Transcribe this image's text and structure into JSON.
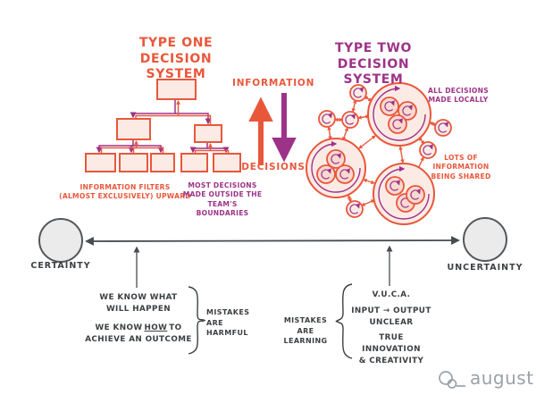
{
  "colors": {
    "coral": "#e9573b",
    "coral_fill": "#fcebe5",
    "purple": "#9d3388",
    "ink": "#3c4043",
    "axis_gray": "#474c50",
    "node_gray_fill": "#ebebeb",
    "logo_gray": "#9ba2a7"
  },
  "type_one": {
    "title": "TYPE ONE\nDECISION SYSTEM",
    "caption_left": "INFORMATION FILTERS\n(ALMOST EXCLUSIVELY) UPWARD",
    "caption_right": "MOST DECISIONS\nMADE OUTSIDE THE\nTEAM'S BOUNDARIES"
  },
  "flows": {
    "up_label": "INFORMATION",
    "down_label": "DECISIONS"
  },
  "type_two": {
    "title": "TYPE TWO\nDECISION SYSTEM",
    "caption_top": "ALL DECISIONS\nMADE LOCALLY",
    "caption_bottom": "LOTS OF\nINFORMATION\nBEING SHARED"
  },
  "axis": {
    "left_label": "CERTAINTY",
    "right_label": "UNCERTAINTY"
  },
  "certainty_notes": {
    "line1": "WE KNOW WHAT\nWILL HAPPEN",
    "line2_pre": "WE KNOW",
    "line2_how": "HOW",
    "line2_post": "TO",
    "line3": "ACHIEVE AN OUTCOME",
    "brace_label": "MISTAKES\nARE HARMFUL"
  },
  "uncertainty_notes": {
    "brace_label": "MISTAKES\nARE LEARNING",
    "items": [
      "V.U.C.A.",
      "INPUT → OUTPUT\nUNCLEAR",
      "TRUE INNOVATION\n& CREATIVITY"
    ]
  },
  "logo": {
    "text": "august"
  }
}
